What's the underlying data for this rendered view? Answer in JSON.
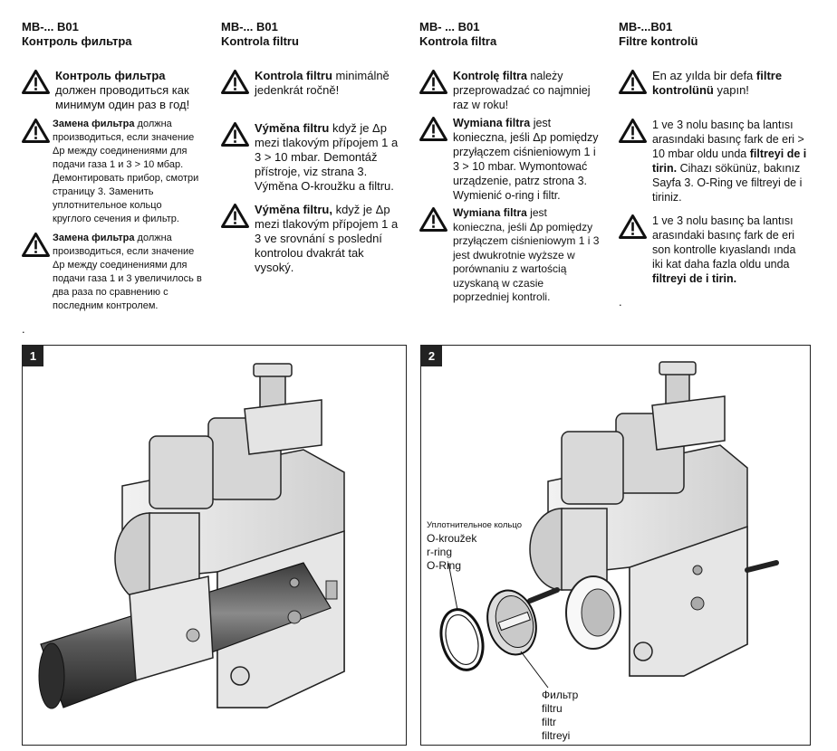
{
  "columns": [
    {
      "lang": "ru",
      "title_line1": "MB-... B01",
      "title_line2": "Контроль фильтра",
      "notes": [
        {
          "bold": "Контроль фильтра",
          "rest": " должен проводиться как минимум один раз в год!"
        },
        {
          "bold": "Замена фильтра",
          "rest": " должна производиться, если значение Δp между соединениями для подачи газа 1 и 3 > 10 мбар. Демонтировать прибор, смотри страницу 3. Заменить уплотнительное кольцо круглого сечения и фильтр."
        },
        {
          "bold": "Замена фильтра",
          "rest": " должна производиться, если значение Δp между соединениями для подачи газа 1 и 3 увеличилось в два раза по сравнению с последним контролем."
        }
      ]
    },
    {
      "lang": "cs",
      "title_line1": "MB-... B01",
      "title_line2": "Kontrola filtru",
      "notes": [
        {
          "bold": "Kontrola filtru",
          "rest": " minimálně jedenkrát ročně!"
        },
        {
          "bold": "Výměna filtru",
          "rest": " když je Δp mezi tlakovým přípojem 1 a 3 > 10 mbar. Demontáž přístroje, viz strana 3. Výměna O-kroužku a filtru."
        },
        {
          "bold": "Výměna filtru,",
          "rest": " když je Δp mezi tlakovým přípojem 1 a 3 ve srovnání s poslední kontrolou dvakrát tak vysoký."
        }
      ]
    },
    {
      "lang": "pl",
      "title_line1": "MB- ... B01",
      "title_line2": "Kontrola filtra",
      "notes": [
        {
          "bold": "Kontrolę filtra",
          "rest": " należy przeprowadzać co najmniej raz w roku!"
        },
        {
          "bold": "Wymiana filtra",
          "rest": " jest konieczna, jeśli Δp pomiędzy przyłączem ciśnieniowym 1 i 3 > 10 mbar. Wymontować urządzenie, patrz strona 3. Wymienić o-ring i filtr."
        },
        {
          "bold": "Wymiana filtra",
          "rest": " jest konieczna, jeśli Δp pomiędzy przyłączem ciśnieniowym 1 i 3 jest dwukrotnie wyższe w porównaniu z wartością uzyskaną w czasie poprzedniej kontroli."
        }
      ]
    },
    {
      "lang": "tr",
      "title_line1": "MB-...B01",
      "title_line2": "Filtre kontrolü",
      "notes": [
        {
          "pre": "En az yılda bir defa ",
          "bold": "filtre kontrolünü",
          "rest": " yapın!"
        },
        {
          "pre": "1 ve 3 nolu basınç ba lantısı arasındaki basınç fark de eri > 10 mbar oldu unda ",
          "bold": "filtreyi de i tirin.",
          "rest": " Cihazı sökünüz, bakınız Sayfa 3. O-Ring ve filtreyi de i tiriniz."
        },
        {
          "pre": "1 ve 3 nolu basınç ba lantısı arasındaki basınç fark de eri son kontrolle kıyaslandı ında iki kat daha fazla oldu unda ",
          "bold": "filtreyi de i tirin.",
          "rest": ""
        }
      ]
    }
  ],
  "stray_marks": {
    "left": ".",
    "right": "."
  },
  "figures": [
    {
      "number": "1"
    },
    {
      "number": "2",
      "oring_labels": [
        "Уплотнительное кольцо",
        "O-kroužek",
        "r-ring",
        "O-Ring"
      ],
      "filter_labels": [
        "Фильтр",
        "filtru",
        "filtr",
        "filtreyi"
      ]
    }
  ],
  "icons": {
    "warning": "warning-triangle-icon"
  }
}
